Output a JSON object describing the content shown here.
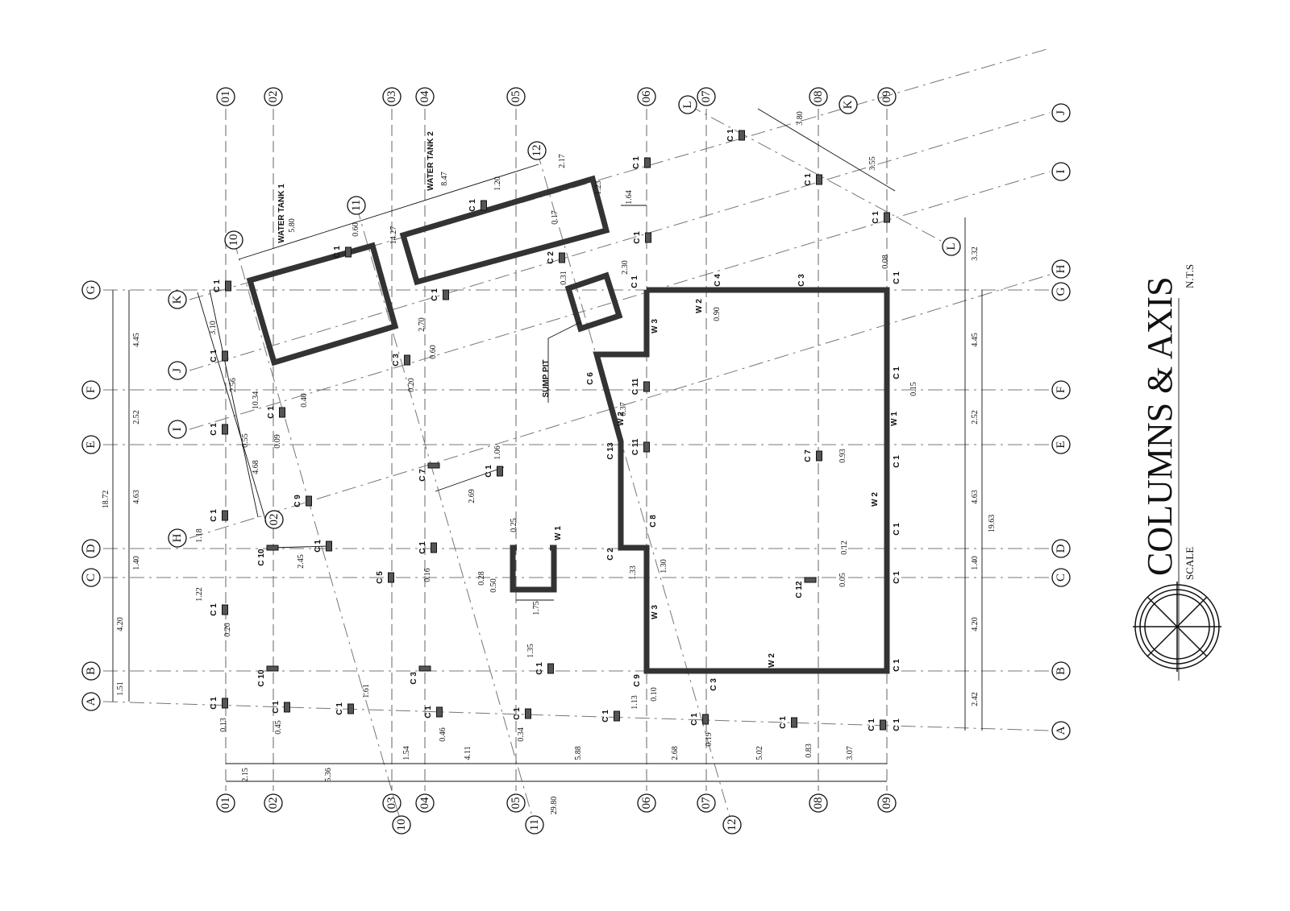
{
  "title": "COLUMNS & AXIS",
  "scale_label": "SCALE",
  "scale_value": "N.T.S",
  "axes": {
    "numbers": [
      "01",
      "02",
      "03",
      "04",
      "05",
      "06",
      "07",
      "08",
      "09"
    ],
    "letters": [
      "A",
      "B",
      "C",
      "D",
      "E",
      "F",
      "G"
    ],
    "slanted_left": [
      "H",
      "I",
      "J",
      "K"
    ],
    "slanted_right": [
      "A",
      "B",
      "C",
      "D",
      "E",
      "F",
      "G",
      "H",
      "I",
      "J"
    ],
    "others": [
      "L",
      "L",
      "K",
      "10",
      "11",
      "12",
      "10",
      "11",
      "12",
      "02"
    ]
  },
  "labels": {
    "water_tank_1": "WATER TANK 1",
    "water_tank_2": "WATER TANK 2",
    "sump_pit": "SUMP PIT"
  },
  "columns": [
    "C 1",
    "C 1",
    "C 1",
    "C 1",
    "C 1",
    "C 1",
    "C 10",
    "C 10",
    "C 1",
    "C 1",
    "C 9",
    "C 1",
    "C 1",
    "C 5",
    "C 3",
    "C 3",
    "C 7",
    "C 1",
    "C 1",
    "C 1",
    "C 1",
    "C 1",
    "C 1",
    "C 2",
    "C 1",
    "C 1",
    "C 1",
    "C 11",
    "C 11",
    "C 1",
    "C 1",
    "C 1",
    "C 1",
    "C 7",
    "C 12",
    "C 1",
    "C 1",
    "C 1",
    "C 1"
  ],
  "wall_labels": [
    "W 3",
    "W 2",
    "W 1",
    "W 2",
    "W 3",
    "W 2",
    "W 2",
    "C 4",
    "C 3",
    "C 13",
    "C 6",
    "C 8",
    "C 2",
    "C 9",
    "C 3",
    "C 1",
    "C 1",
    "C 1",
    "C 1",
    "C 1",
    "C 1",
    "C 1",
    "W 1",
    "C 1"
  ],
  "dimensions": {
    "bottom": [
      "2.15",
      "1.54",
      "4.11",
      "5.88",
      "2.68",
      "5.02",
      "3.07",
      "5.36",
      "29.80"
    ],
    "left": [
      "18.72",
      "4.45",
      "2.52",
      "4.63",
      "1.40",
      "4.20",
      "1.51",
      "1.18",
      "1.22"
    ],
    "right": [
      "3.32",
      "4.45",
      "2.52",
      "4.63",
      "19.63",
      "1.40",
      "4.20",
      "2.42"
    ],
    "interior": [
      "5.80",
      "8.47",
      "14.27",
      "0.60",
      "1.20",
      "2.17",
      "1.23",
      "1.64",
      "2.30",
      "2.70",
      "0.60",
      "0.20",
      "3.10",
      "2.56",
      "10.34",
      "0.55",
      "4.68",
      "0.40",
      "2.45",
      "1.06",
      "2.69",
      "0.25",
      "0.50",
      "1.75",
      "1.35",
      "1.61",
      "1.13",
      "1.33",
      "1.30",
      "0.90",
      "0.93",
      "3.80",
      "3.55",
      "0.45",
      "0.46",
      "0.34",
      "0.83",
      "0.19",
      "0.10",
      "0.13",
      "0.20",
      "0.09",
      "0.28",
      "0.12",
      "0.05",
      "0.15",
      "0.08",
      "0.31",
      "0.17",
      "0.37",
      "0.16"
    ]
  }
}
